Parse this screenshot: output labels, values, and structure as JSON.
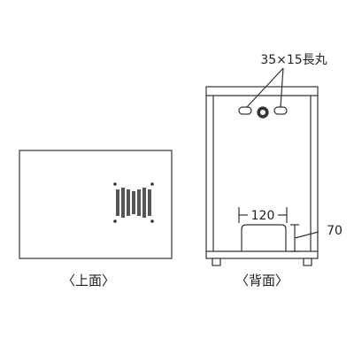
{
  "top_view": {
    "caption": "〈上面〉"
  },
  "back_view": {
    "caption": "〈背面〉",
    "slot_label": "35×15長丸",
    "width_dim": "120",
    "height_dim": "70"
  },
  "colors": {
    "line": "#333333",
    "fill": "#ffffff"
  }
}
